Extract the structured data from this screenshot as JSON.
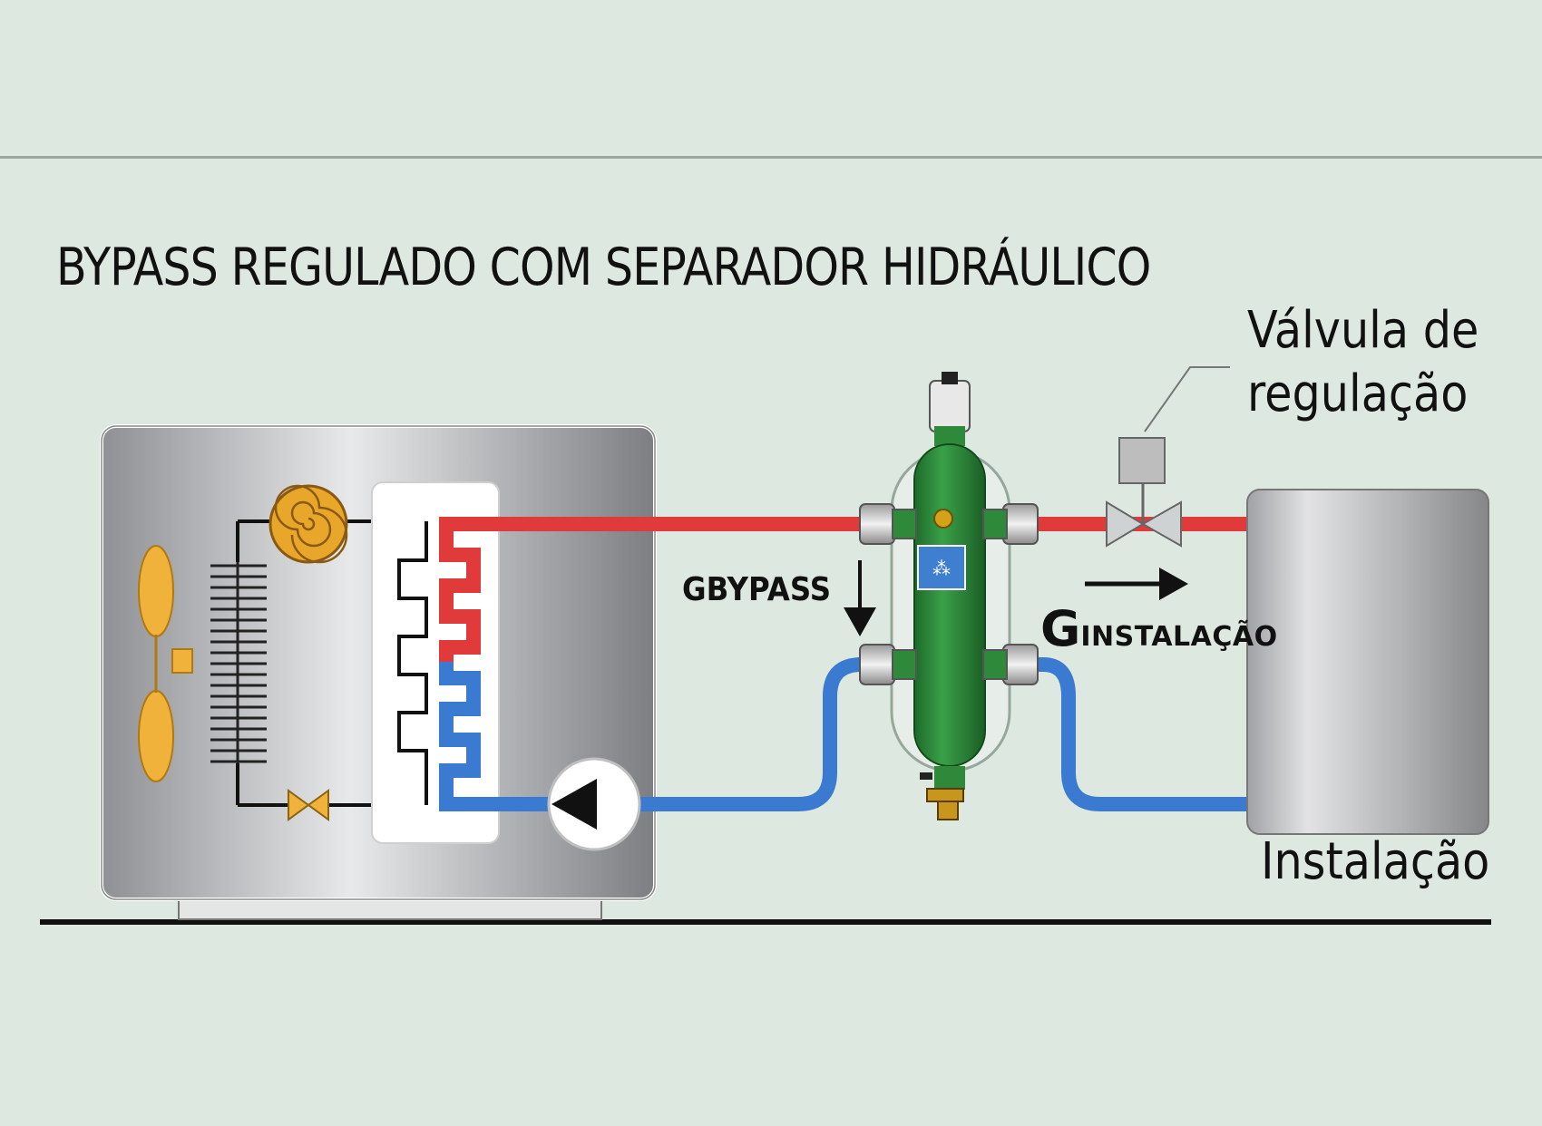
{
  "title": "BYPASS REGULADO COM SEPARADOR HIDRÁULICO",
  "labels": {
    "valve_line1": "Válvula de",
    "valve_line2": "regulação",
    "installation": "Instalação",
    "gbypass": "GBYPASS",
    "g_installation_prefix": "G",
    "g_installation_suffix": "INSTALAÇÃO"
  },
  "colors": {
    "background": "#dce8e0",
    "hot_pipe": "#e03a3a",
    "cold_pipe": "#3a7ad0",
    "separator": "#2e8a3a",
    "fan": "#f0b23a",
    "unit_dark": "#8e9094",
    "unit_light": "#e6e7e8"
  },
  "icons": {
    "fan": "fan-icon",
    "compressor": "compressor-icon",
    "expansion_valve": "expansion-valve-icon",
    "pump": "pump-icon",
    "regulating_valve": "regulating-valve-icon",
    "air_vent": "air-vent-icon",
    "drain_valve": "drain-valve-icon"
  }
}
